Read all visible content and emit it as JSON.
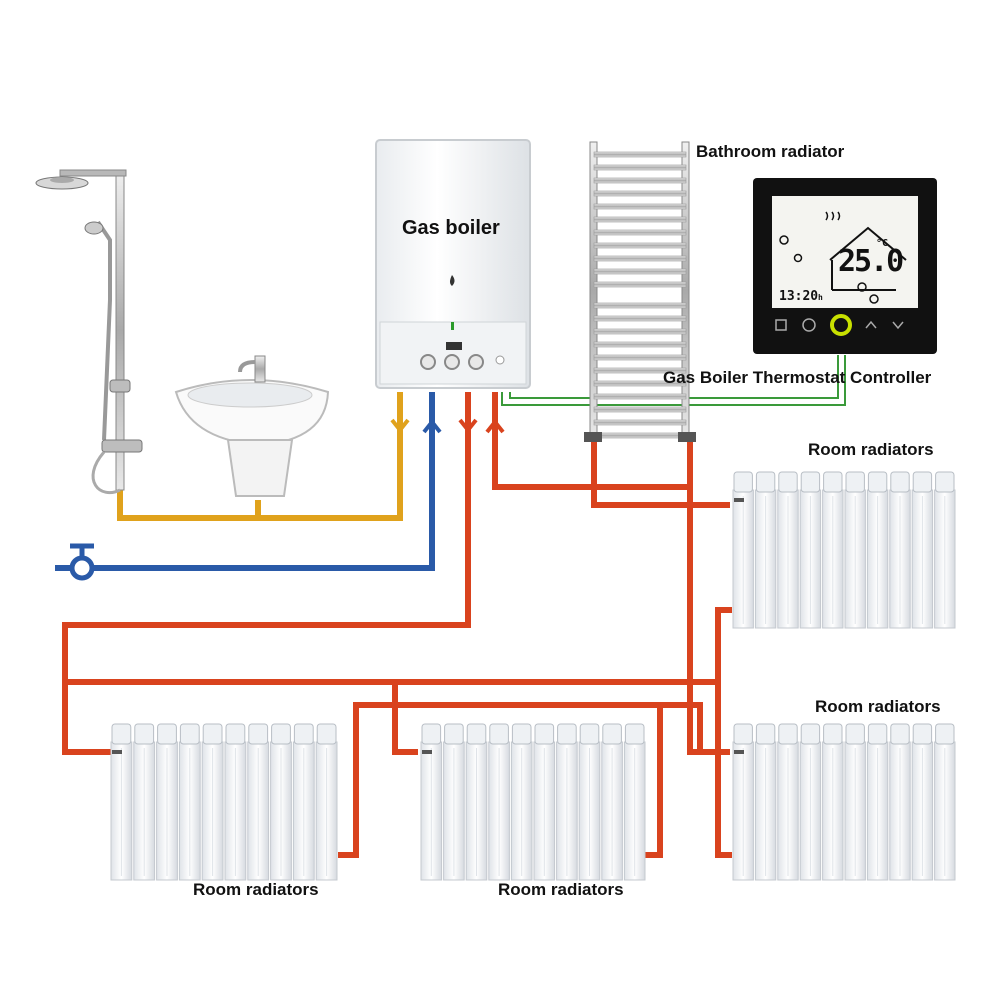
{
  "labels": {
    "gas_boiler": "Gas boiler",
    "bathroom_radiator": "Bathroom radiator",
    "thermostat": "Gas  Boiler Thermostat Controller",
    "room_radiators_right_top": "Room radiators",
    "room_radiators_right_bottom": "Room radiators",
    "room_radiators_left_bottom": "Room radiators",
    "room_radiators_mid_bottom": "Room radiators"
  },
  "thermostat_display": {
    "temperature": "25.0",
    "unit": "°C",
    "time": "13:20",
    "time_suffix": "h"
  },
  "colors": {
    "hot_pipe": "#d9431e",
    "cold_pipe": "#2a5aa8",
    "hot_water_pipe": "#e0a21c",
    "signal_wire": "#3a9a3a",
    "radiator": "#f4f6f8",
    "thermostat_frame": "#111111",
    "thermostat_ring": "#c8e000"
  },
  "icons": [
    "shower-icon",
    "sink-icon",
    "valve-icon",
    "gas-boiler-icon",
    "towel-radiator-icon",
    "thermostat-icon"
  ]
}
